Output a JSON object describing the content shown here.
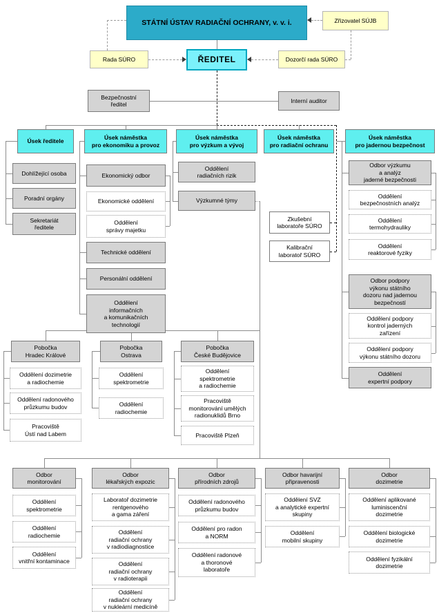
{
  "palette": {
    "institute_bg": "#2CABC9",
    "institute_border": "#1D8AA6",
    "director_bg": "#7BF1FB",
    "director_border": "#00A6C0",
    "division_bg": "#5FEFEF",
    "yellow_bg": "#FFFFC8",
    "yellow_border": "#B5B5B5",
    "gray_bg": "#D4D4D4",
    "box_border": "#7A7A7A",
    "line": "#8C8C8C"
  },
  "top": {
    "institute": "STÁTNÍ ÚSTAV RADIAČNÍ OCHRANY, v. v. i.",
    "founder": "Zřizovatel SÚJB",
    "council": "Rada SÚRO",
    "director": "ŘEDITEL",
    "supervisory_board": "Dozorčí rada SÚRO",
    "security_director": "Bezpečnostní\nředitel",
    "internal_auditor": "Interní auditor"
  },
  "divisions": [
    {
      "label": "Úsek ředitele",
      "children": [
        {
          "label": "Dohlížející osoba"
        },
        {
          "label": "Poradní orgány"
        },
        {
          "label": "Sekretariát\nředitele"
        }
      ]
    },
    {
      "label": "Úsek náměstka\npro ekonomiku a provoz",
      "children": [
        {
          "label": "Ekonomický odbor"
        },
        {
          "label": "Ekonomické oddělení"
        },
        {
          "label": "Oddělení\nsprávy majetku"
        },
        {
          "label": "Technické oddělení"
        },
        {
          "label": "Personální oddělení"
        },
        {
          "label": "Oddělení\ninformačních\na komunikačních\ntechnologií"
        }
      ]
    },
    {
      "label": "Úsek náměstka\npro výzkum a vývoj",
      "children": [
        {
          "label": "Oddělení\nradiačních rizik"
        },
        {
          "label": "Výzkumné týmy"
        }
      ]
    },
    {
      "label": "Úsek náměstka\npro radiační ochranu",
      "children": [
        {
          "label": "Zkušební\nlaboratoře SÚRO"
        },
        {
          "label": "Kalibrační\nlaboratoř SÚRO"
        }
      ]
    },
    {
      "label": "Úsek náměstka\npro jadernou bezpečnost",
      "children": [
        {
          "label": "Odbor výzkumu\na analýz\njaderné bezpečnosti"
        },
        {
          "label": "Oddělení\nbezpečnostních analýz"
        },
        {
          "label": "Oddělení\ntermohydrauliky"
        },
        {
          "label": "Oddělení\nreaktorové fyziky"
        },
        {
          "label": "Odbor podpory\nvýkonu státního\ndozoru nad jadernou\nbezpečností"
        },
        {
          "label": "Oddělení podpory\nkontrol jaderných\nzařízení"
        },
        {
          "label": "Oddělení podpory\nvýkonu státního dozoru"
        },
        {
          "label": "Oddělení\nexpertní podpory"
        }
      ]
    }
  ],
  "branches": [
    {
      "label": "Pobočka\nHradec Králové",
      "children": [
        {
          "label": "Oddělení dozimetrie\na radiochemie"
        },
        {
          "label": "Oddělení radonového\nprůzkumu budov"
        },
        {
          "label": "Pracoviště\nÚstí nad Labem"
        }
      ]
    },
    {
      "label": "Pobočka\nOstrava",
      "children": [
        {
          "label": "Oddělení\nspektrometrie"
        },
        {
          "label": "Oddělení\nradiochemie"
        }
      ]
    },
    {
      "label": "Pobočka\nČeské Budějovice",
      "children": [
        {
          "label": "Oddělení\nspektrometrie\na radiochemie"
        },
        {
          "label": "Pracoviště\nmonitorování umělých\nradionuklidů Brno"
        },
        {
          "label": "Pracoviště Plzeň"
        }
      ]
    }
  ],
  "field_departments": [
    {
      "label": "Odbor\nmonitorování",
      "children": [
        {
          "label": "Oddělení\nspektrometrie"
        },
        {
          "label": "Oddělení\nradiochemie"
        },
        {
          "label": "Oddělení\nvnitřní kontaminace"
        }
      ]
    },
    {
      "label": "Odbor\nlékařských expozic",
      "children": [
        {
          "label": "Laboratoř dozimetrie\nrentgenového\na gama záření"
        },
        {
          "label": "Oddělení\nradiační ochrany\nv radiodiagnostice"
        },
        {
          "label": "Oddělení\nradiační ochrany\nv radioterapii"
        },
        {
          "label": "Oddělení\nradiační ochrany\nv nukleární medicíně"
        }
      ]
    },
    {
      "label": "Odbor\npřírodních zdrojů",
      "children": [
        {
          "label": "Oddělení radonového\nprůzkumu budov"
        },
        {
          "label": "Oddělení pro radon\na NORM"
        },
        {
          "label": "Oddělení radonové\na thoronové\nlaboratoře"
        }
      ]
    },
    {
      "label": "Odbor havarijní\npřipravenosti",
      "children": [
        {
          "label": "Oddělení SVZ\na analytické expertní\nskupiny"
        },
        {
          "label": "Oddělení\nmobilní skupiny"
        }
      ]
    },
    {
      "label": "Odbor\ndozimetrie",
      "children": [
        {
          "label": "Oddělení aplikované\nluminiscenční\ndozimetrie"
        },
        {
          "label": "Oddělení biologické\ndozimetrie"
        },
        {
          "label": "Oddělení fyzikální\ndozimetrie"
        }
      ]
    }
  ]
}
